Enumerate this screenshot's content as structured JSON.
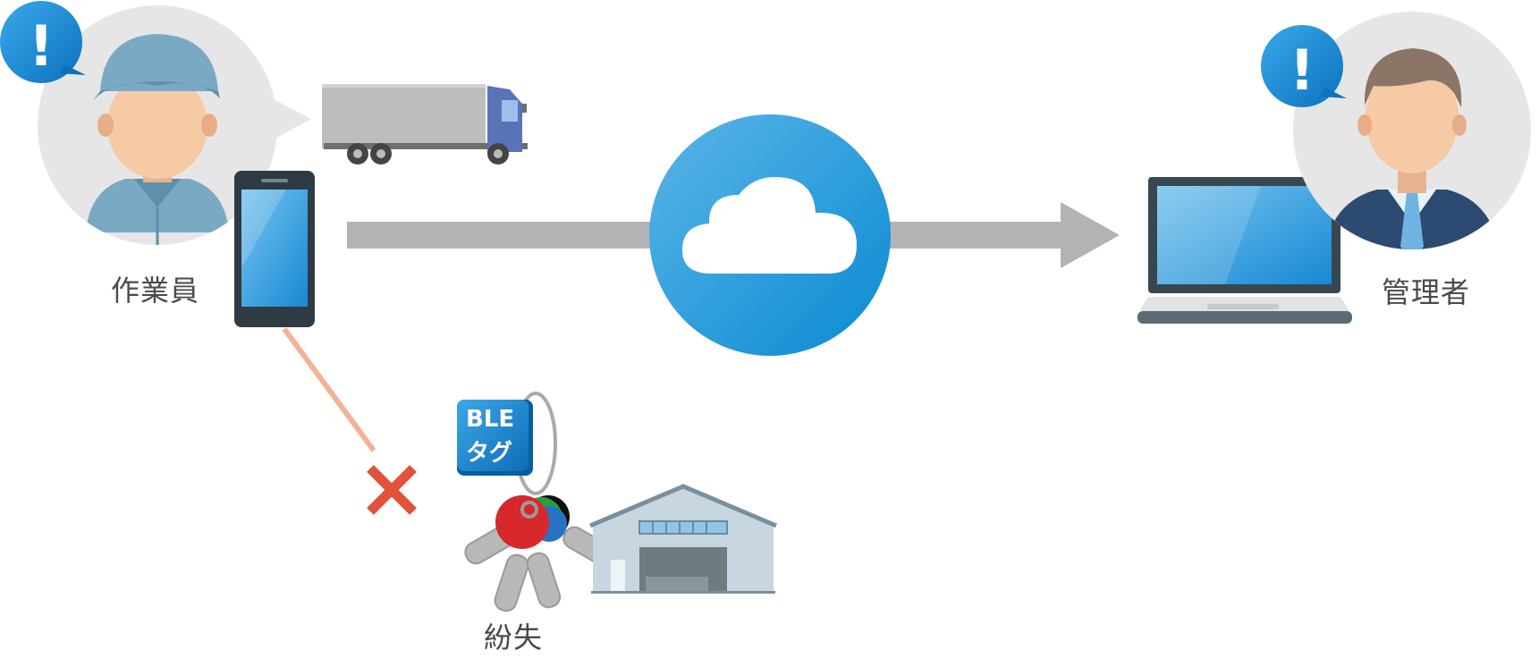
{
  "worker": {
    "label": "作業員",
    "alert_mark": "!",
    "icon": "worker-alert-icon"
  },
  "manager": {
    "label": "管理者",
    "alert_mark": "!",
    "icon": "manager-alert-icon"
  },
  "ble_tag": {
    "line1": "BLE",
    "line2": "タグ"
  },
  "lost": {
    "label": "紛失"
  },
  "colors": {
    "accent_blue": "#1a8fd6",
    "bubble_gray": "#e6e6e6",
    "arrow_gray": "#b3b3b3",
    "disconnect_red": "#e0533a",
    "connection_line": "#f3b296"
  }
}
